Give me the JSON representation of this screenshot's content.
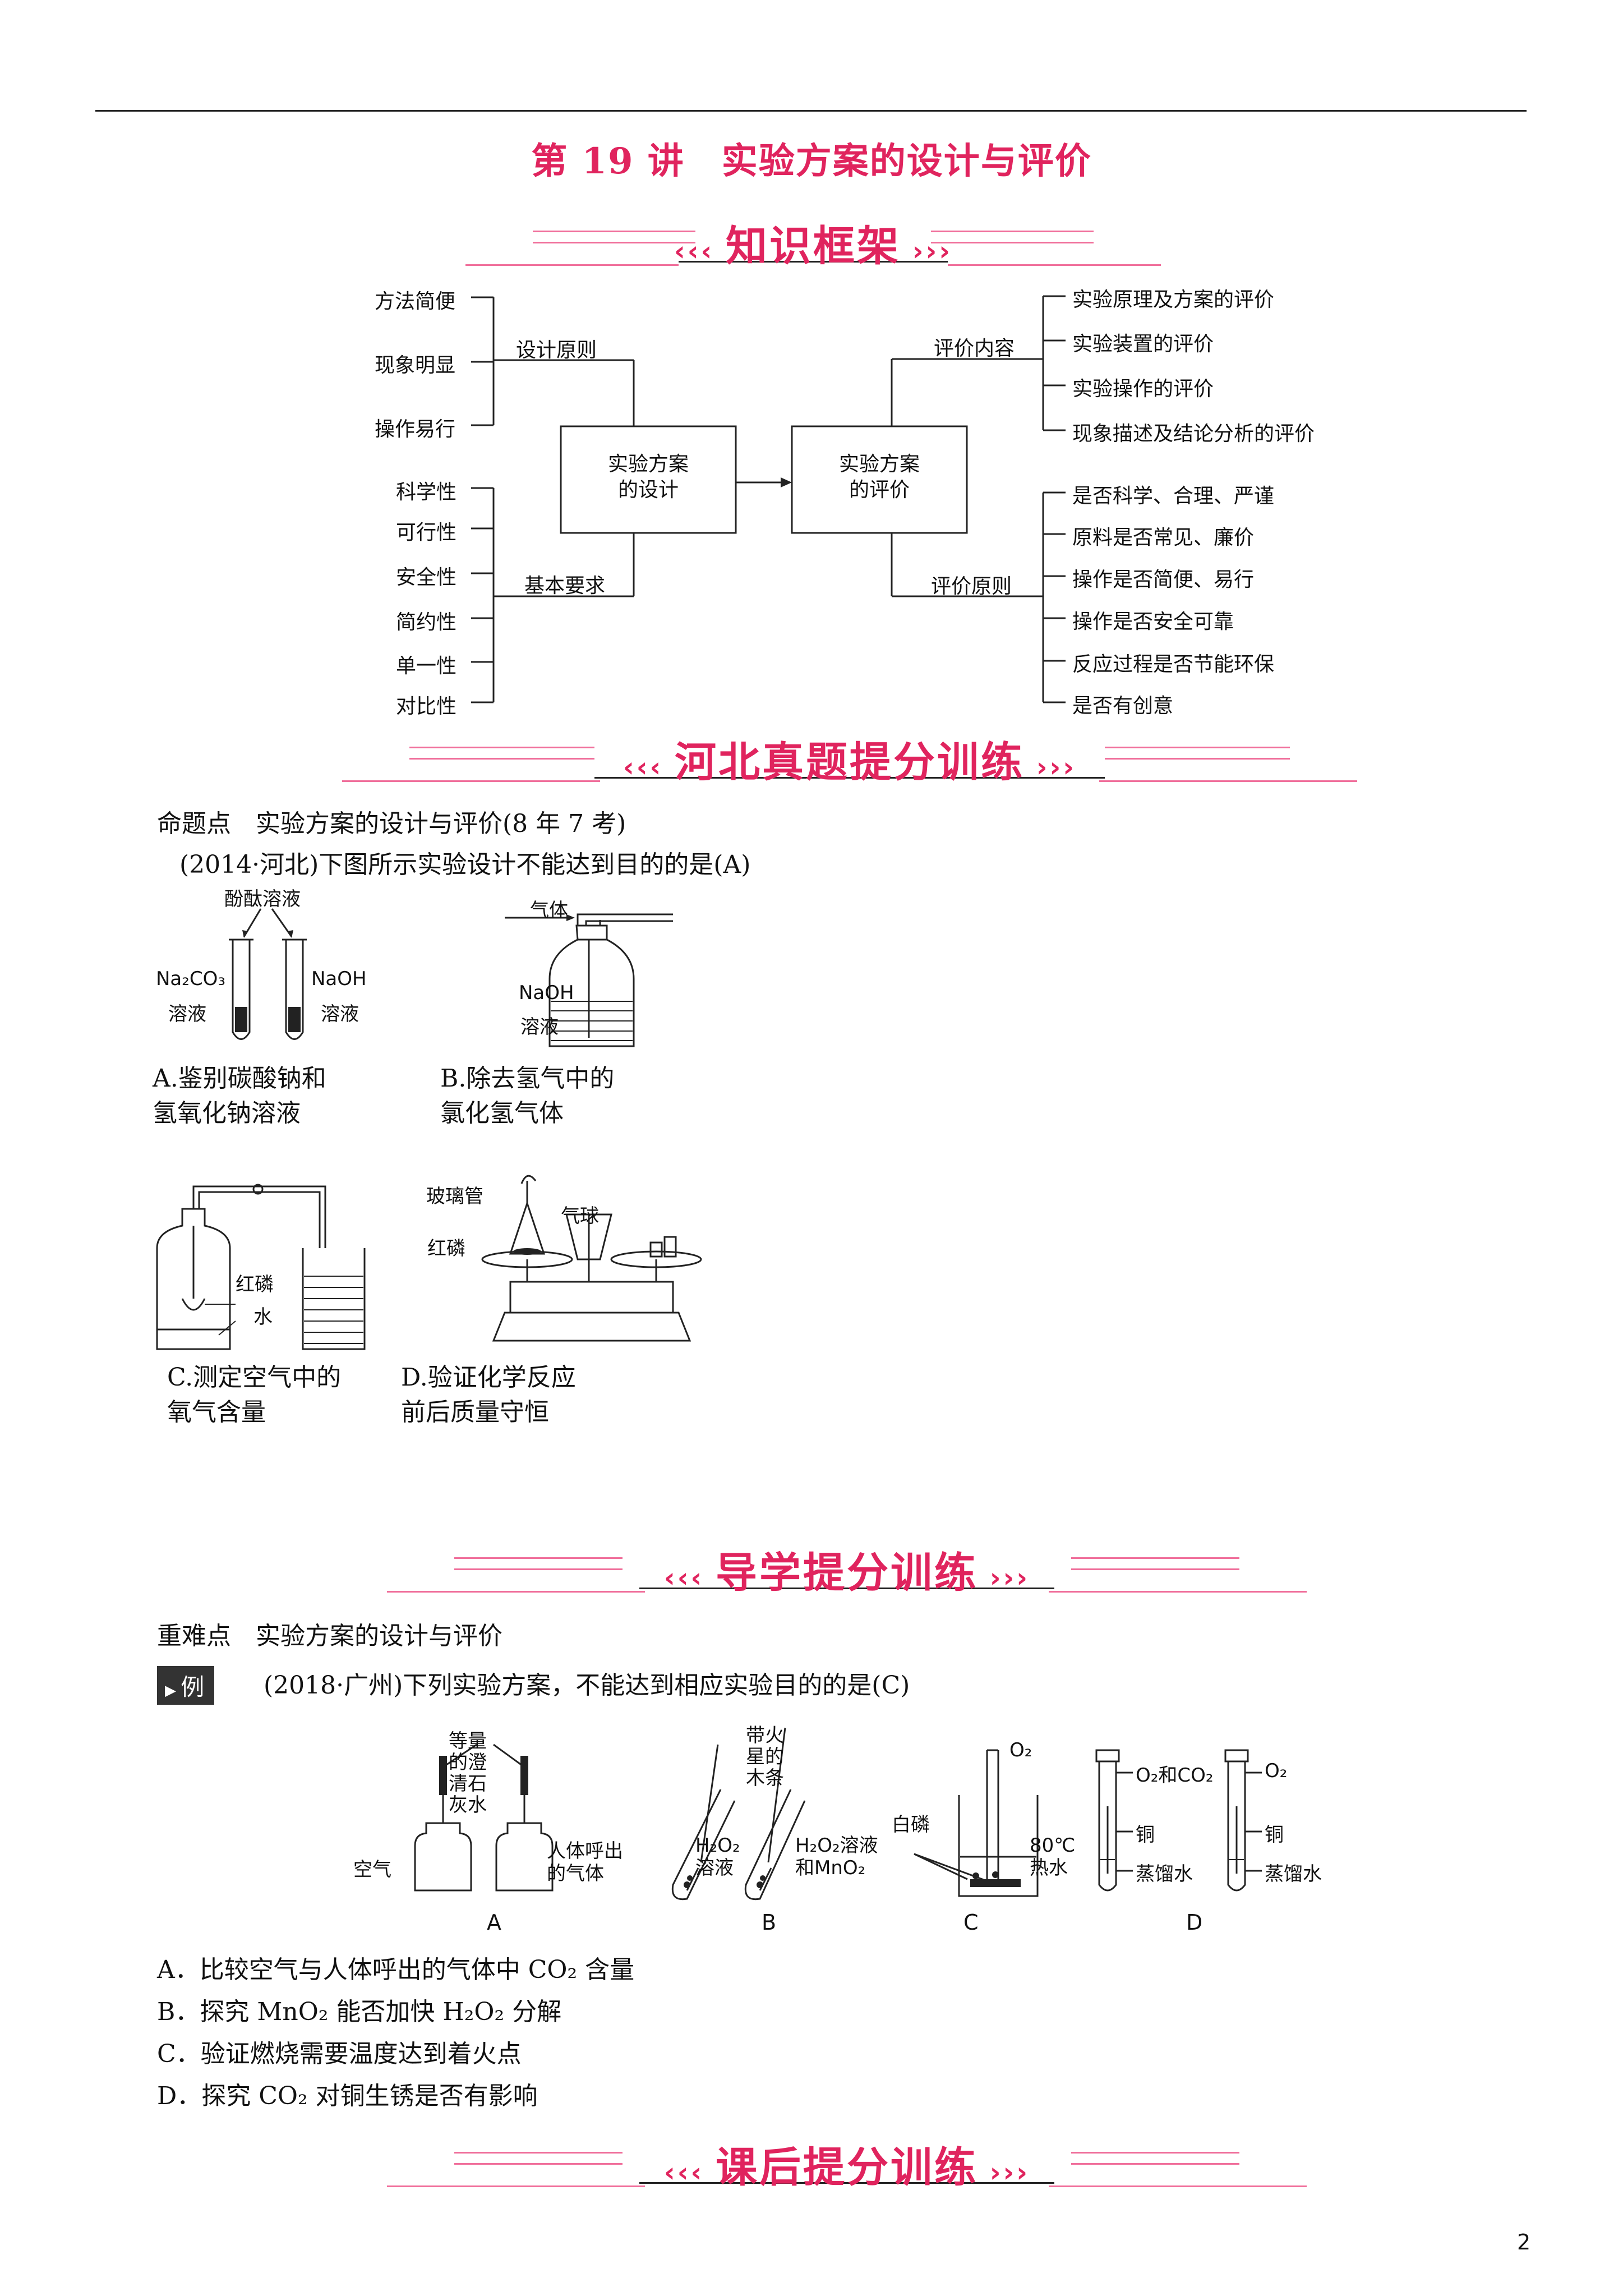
{
  "title": "第 19 讲　实验方案的设计与评价",
  "banners": {
    "framework": "知识框架",
    "hebei": "河北真题提分训练",
    "guide": "导学提分训练",
    "after": "课后提分训练"
  },
  "mindmap": {
    "design_box": [
      "实验方案",
      "的设计"
    ],
    "eval_box": [
      "实验方案",
      "的评价"
    ],
    "design_principle": "设计原则",
    "principle_items": [
      "方法简便",
      "现象明显",
      "操作易行"
    ],
    "basic_req": "基本要求",
    "req_items": [
      "科学性",
      "可行性",
      "安全性",
      "简约性",
      "单一性",
      "对比性"
    ],
    "eval_content": "评价内容",
    "content_items": [
      "实验原理及方案的评价",
      "实验装置的评价",
      "实验操作的评价",
      "现象描述及结论分析的评价"
    ],
    "eval_principle": "评价原则",
    "eval_principle_items": [
      "是否科学、合理、严谨",
      "原料是否常见、廉价",
      "操作是否简便、易行",
      "操作是否安全可靠",
      "反应过程是否节能环保",
      "是否有创意"
    ]
  },
  "hebei": {
    "topic": "命题点　实验方案的设计与评价(8 年 7 考)",
    "question": "(2014·河北)下图所示实验设计不能达到目的的是(A)",
    "figA": {
      "top": "酚酞溶液",
      "left1": "Na₂CO₃",
      "left2": "溶液",
      "right1": "NaOH",
      "right2": "溶液"
    },
    "figB": {
      "gas": "气体",
      "l1": "NaOH",
      "l2": "溶液"
    },
    "figC": {
      "l1": "红磷",
      "l2": "水"
    },
    "figD": {
      "l1": "玻璃管",
      "l2": "气球",
      "l3": "红磷"
    },
    "optA": [
      "A.鉴别碳酸钠和",
      "氢氧化钠溶液"
    ],
    "optB": [
      "B.除去氢气中的",
      "氯化氢气体"
    ],
    "optC": [
      "C.测定空气中的",
      "氧气含量"
    ],
    "optD": [
      "D.验证化学反应",
      "前后质量守恒"
    ]
  },
  "guide": {
    "topic": "重难点　实验方案的设计与评价",
    "badge": "例",
    "question": "(2018·广州)下列实验方案，不能达到相应实验目的的是(C)",
    "figA": {
      "top": [
        "等量",
        "的澄",
        "清石",
        "灰水"
      ],
      "left": "空气",
      "right": [
        "人体呼出",
        "的气体"
      ],
      "letter": "A"
    },
    "figB": {
      "top": [
        "带火",
        "星的",
        "木条"
      ],
      "l1": [
        "H₂O₂",
        "溶液"
      ],
      "l2": [
        "H₂O₂溶液",
        "和MnO₂"
      ],
      "letter": "B"
    },
    "figC": {
      "o2": "O₂",
      "p": "白磷",
      "w": [
        "80℃",
        "热水"
      ],
      "letter": "C"
    },
    "figD": {
      "g1": "O₂和CO₂",
      "g2": "O₂",
      "c1": "铜",
      "c2": "蒸馏水",
      "c3": "铜",
      "c4": "蒸馏水",
      "letter": "D"
    },
    "options": [
      "A．比较空气与人体呼出的气体中 CO₂ 含量",
      "B．探究 MnO₂ 能否加快 H₂O₂ 分解",
      "C．验证燃烧需要温度达到着火点",
      "D．探究 CO₂ 对铜生锈是否有影响"
    ]
  },
  "page_number": "2",
  "colors": {
    "accent": "#e0245e",
    "pink_line": "#f06f9b"
  }
}
